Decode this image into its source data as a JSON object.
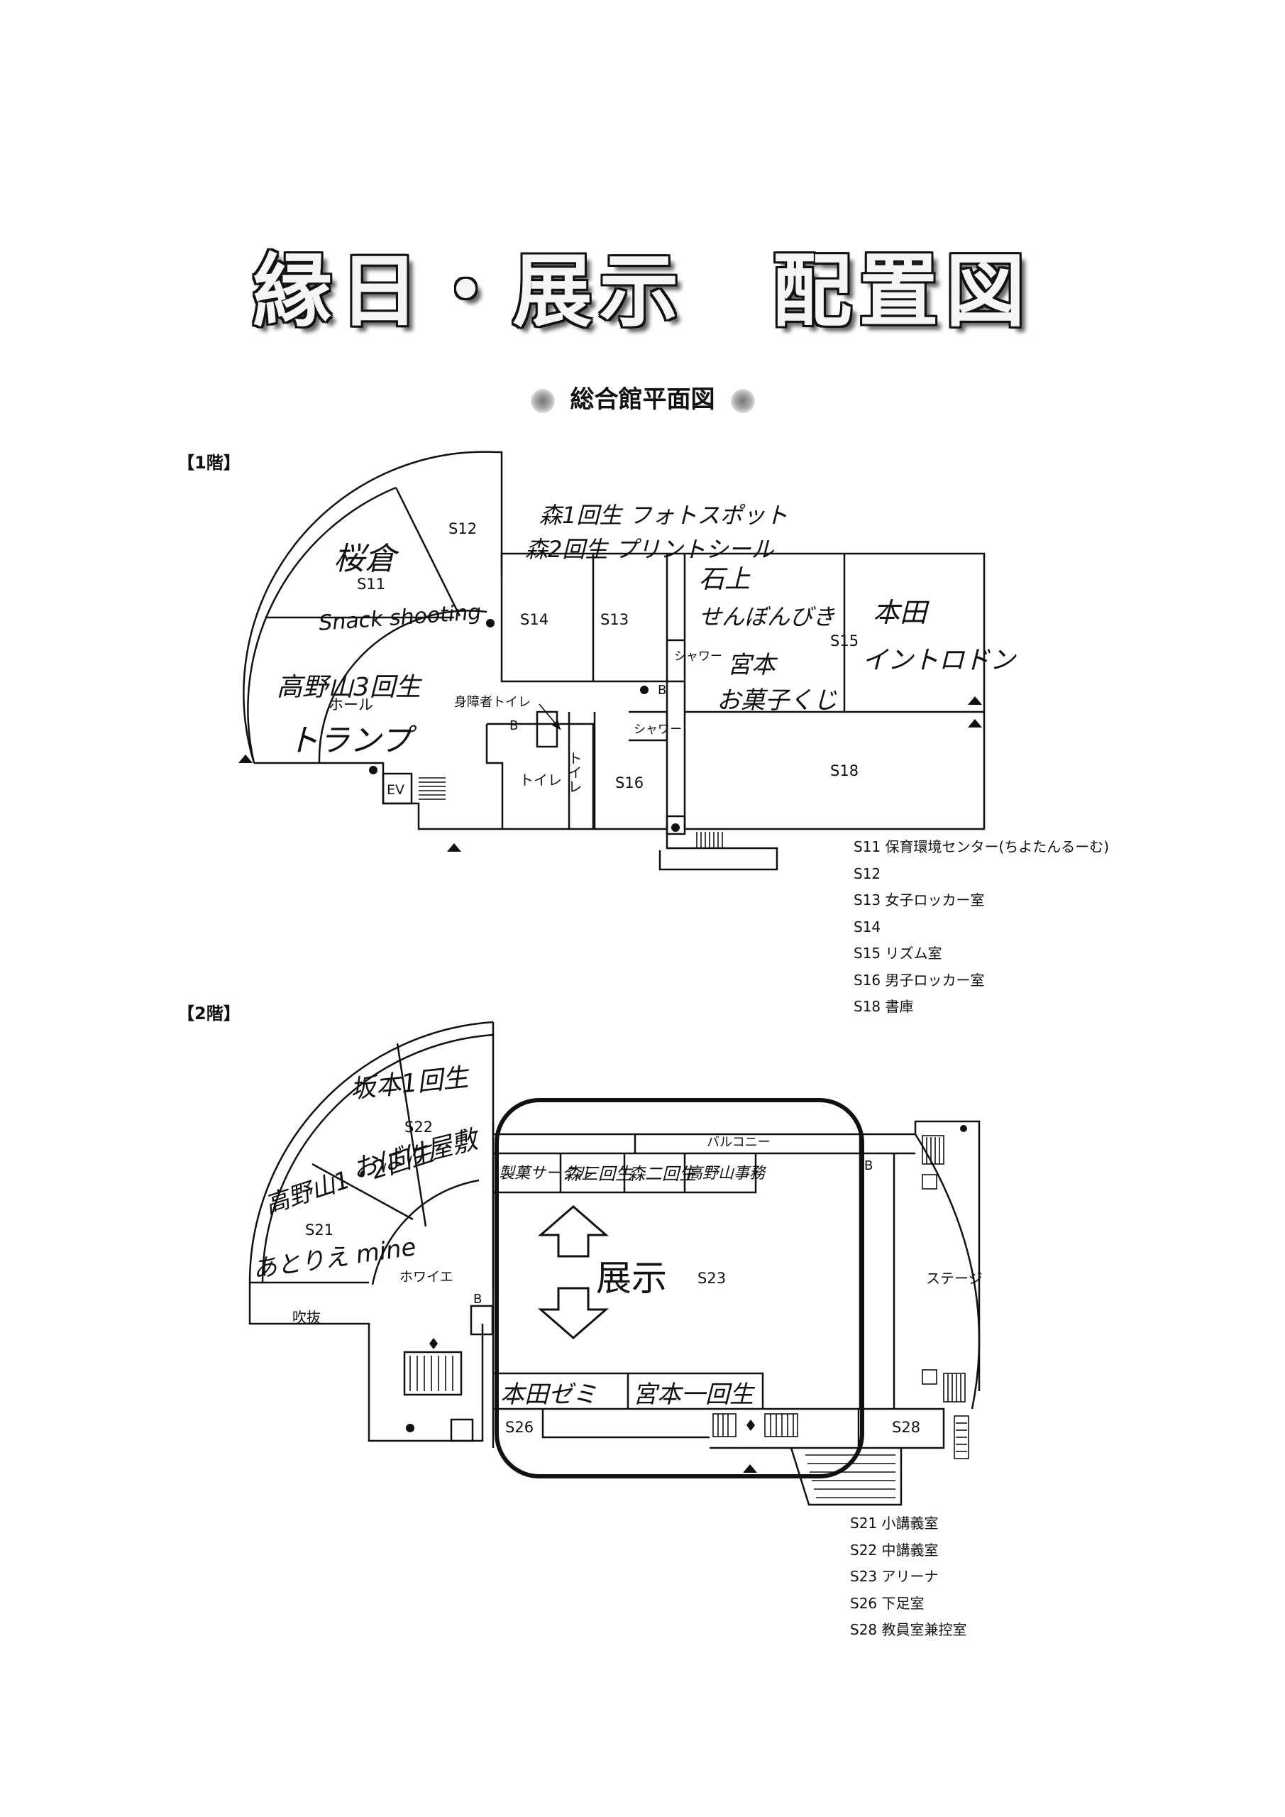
{
  "title": "縁日・展示　配置図",
  "subtitle": "総合館平面図",
  "floor1": {
    "label": "【1階】",
    "rooms": {
      "S11": "S11",
      "S12": "S12",
      "S13": "S13",
      "S14": "S14",
      "S15": "S15",
      "S16": "S16",
      "S18": "S18",
      "hall": "ホール",
      "ev": "EV",
      "shower1": "シャワー",
      "shower2": "シャワー",
      "toilet1": "トイレ",
      "toilet2": "トイレ",
      "accessible_toilet": "身障者トイレ",
      "b1": "B",
      "b2": "B"
    },
    "handwritten": {
      "s11_a": "桜倉",
      "s11_b": "Snack shooting",
      "hall_a": "高野山3回生",
      "hall_b": "トランプ",
      "s13_a": "森1回生 フォトスポット",
      "s13_b": "森2回生 プリントシール",
      "s15_a": "石上",
      "s15_b": "せんぼんびき",
      "s15_c": "宮本",
      "s15_d": "お菓子くじ",
      "s15_e": "本田",
      "s15_f": "イントロドン"
    },
    "legend": [
      "S11  保育環境センター(ちよたんるーむ)",
      "S12",
      "S13  女子ロッカー室",
      "S14",
      "S15  リズム室",
      "S16  男子ロッカー室",
      "S18  書庫"
    ]
  },
  "floor2": {
    "label": "【2階】",
    "rooms": {
      "S21": "S21",
      "S22": "S22",
      "S23": "S23",
      "S26": "S26",
      "S28": "S28",
      "foyer": "ホワイエ",
      "fukinuke": "吹抜",
      "balcony": "バルコニー",
      "stage": "ステージ",
      "b1": "B",
      "b2": "B"
    },
    "handwritten": {
      "s22_a": "坂本1回生",
      "s22_b": "おばけ屋敷",
      "s21_a": "高野山1・2回生",
      "s21_b": "あとりえ mine",
      "tenji": "展示",
      "booth1": "製菓サークル",
      "booth2": "森三回生",
      "booth3": "森二回生",
      "booth4": "高野山事務",
      "booth5": "本田ゼミ",
      "booth6": "宮本一回生"
    },
    "legend": [
      "S21  小講義室",
      "S22  中講義室",
      "S23  アリーナ",
      "S26  下足室",
      "S28  教員室兼控室"
    ]
  }
}
